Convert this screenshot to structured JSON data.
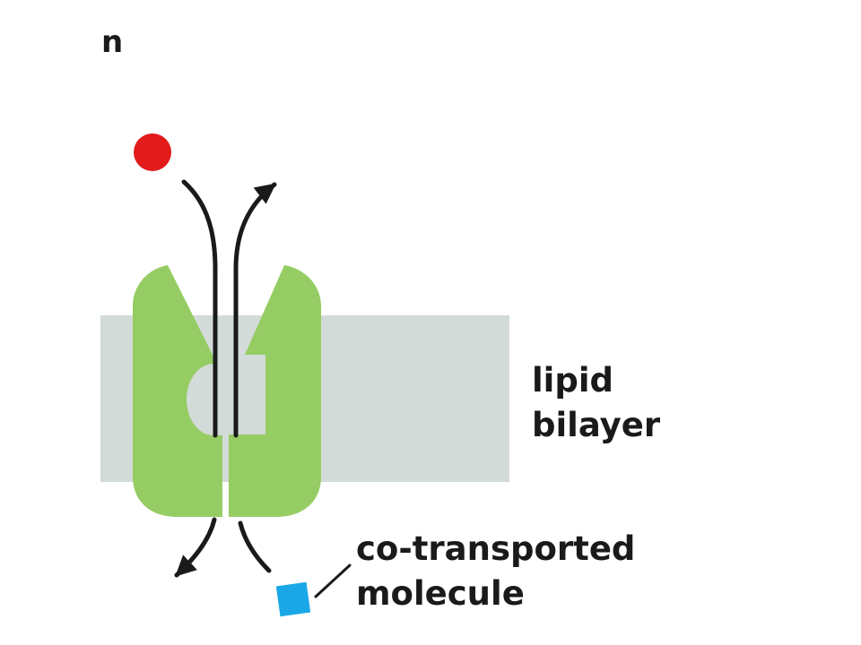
{
  "figure": {
    "corner_label": "n",
    "lipid_bilayer_label": [
      "lipid",
      "bilayer"
    ],
    "cotransported_label": [
      "co-transported",
      "molecule"
    ]
  },
  "colors": {
    "bilayer": "#d3dbd8",
    "transporter": "#95cc63",
    "transported_molecule": "#e31b1b",
    "cotransported_molecule": "#1aa7e7",
    "arrows": "#1a1a1a",
    "text": "#1a1a1a"
  }
}
